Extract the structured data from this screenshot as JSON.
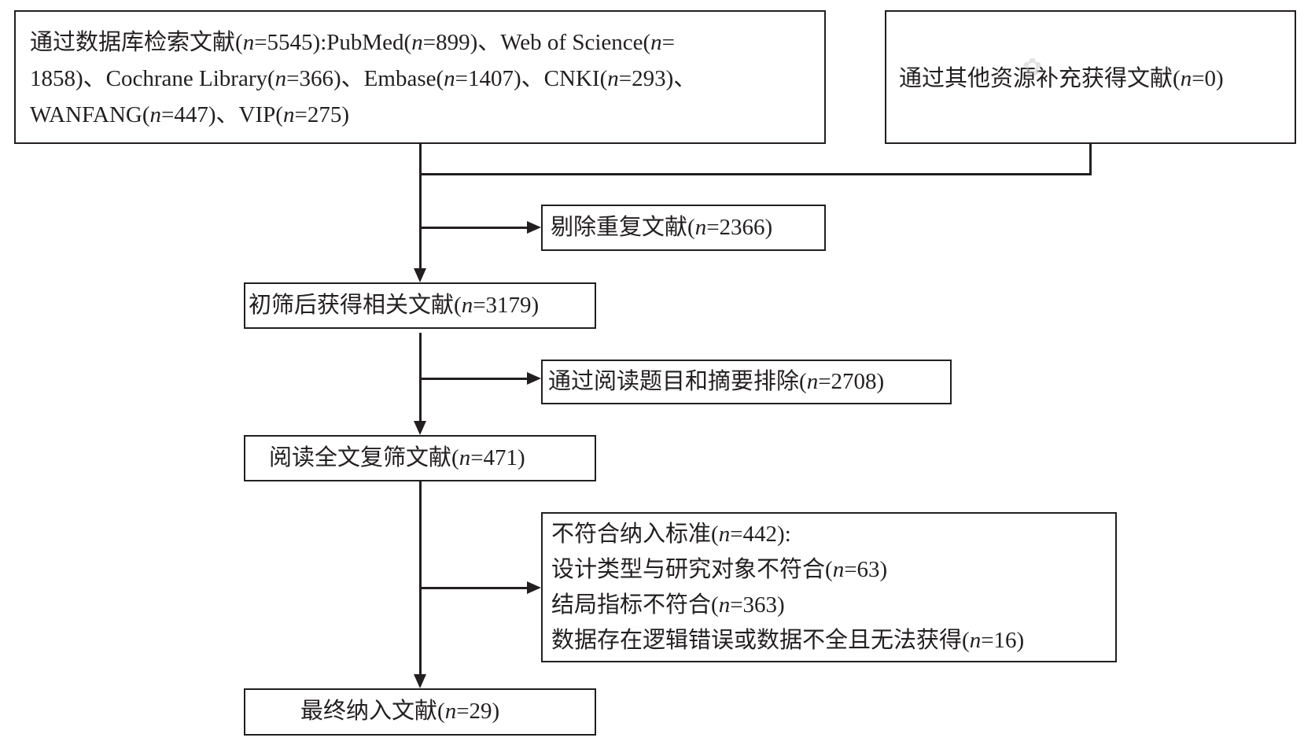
{
  "flowchart": {
    "database_search": {
      "line1": "通过数据库检索文献(n=5545):PubMed(n=899)、Web of Science(n=",
      "line2": "1858)、Cochrane Library(n=366)、Embase(n=1407)、CNKI(n=293)、",
      "line3": "WANFANG(n=447)、VIP(n=275)"
    },
    "other_sources": "通过其他资源补充获得文献(n=0)",
    "duplicates_removed": "剔除重复文献(n=2366)",
    "after_initial_screening": "初筛后获得相关文献(n=3179)",
    "excluded_title_abstract": "通过阅读题目和摘要排除(n=2708)",
    "full_text_review": "阅读全文复筛文献(n=471)",
    "excluded_criteria": {
      "title": "不符合纳入标准(n=442):",
      "reasons": [
        "设计类型与研究对象不符合(n=63)",
        "结局指标不符合(n=363)",
        "数据存在逻辑错误或数据不全且无法获得(n=16)"
      ]
    },
    "final_included": "最终纳入文献(n=29)"
  }
}
